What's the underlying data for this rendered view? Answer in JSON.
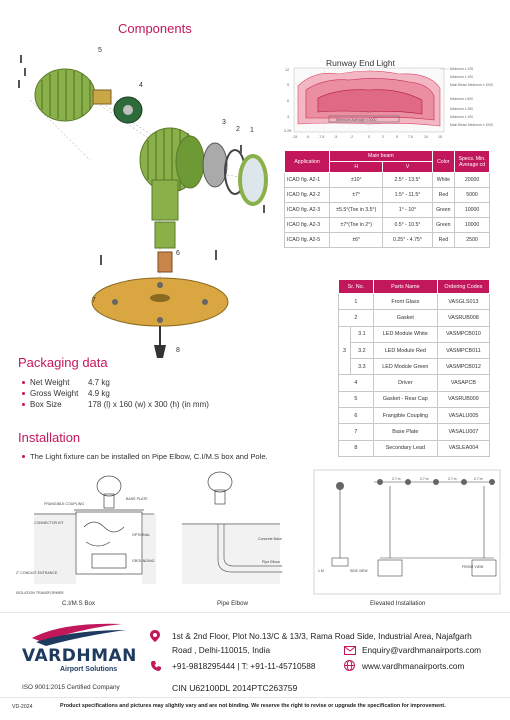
{
  "components": {
    "title": "Components",
    "callouts": [
      "5",
      "4",
      "3",
      "2",
      "1",
      "6",
      "7",
      "8"
    ]
  },
  "chart": {
    "title": "Runway End Light",
    "right_labels": [
      "Minimum x 125",
      "Minimum x 100",
      "Main Beam Minimum x 1000",
      "Minimum x 500",
      "Minimum x 250",
      "Minimum x 100",
      "Main Beam Minimum x 1000"
    ],
    "y_ticks": [
      "12",
      "9",
      "6",
      "3",
      "0.25"
    ],
    "x_ticks": [
      "-15",
      "-9",
      "-7.5",
      "-5",
      "-2",
      "0",
      "2",
      "5",
      "7.5",
      "10",
      "15"
    ],
    "inner_label": "Minimum Average x 1000"
  },
  "chart_data": {
    "type": "heatmap",
    "title": "Runway End Light",
    "x_ticks": [
      "-15",
      "-9",
      "-7.5",
      "-5",
      "-2",
      "0",
      "2",
      "5",
      "7.5",
      "10",
      "15"
    ],
    "y_ticks": [
      "12",
      "9",
      "6",
      "3",
      "0.25"
    ],
    "series_labels": [
      "Minimum x 125",
      "Minimum x 100",
      "Main Beam Minimum x 1000",
      "Minimum x 500",
      "Minimum x 250",
      "Minimum x 100",
      "Main Beam Minimum x 1000"
    ],
    "annotation": "Minimum Average x 1000"
  },
  "specs": {
    "headers": {
      "application": "Application",
      "main_beam": "Main beam",
      "h": "H",
      "v": "V",
      "color": "Color",
      "min_avg": "Specs. Min. Average cd"
    },
    "rows": [
      {
        "app": "ICAO fig. A2-1",
        "h": "±10°",
        "v": "2.5° - 13.5°",
        "color": "White",
        "cd": "20000"
      },
      {
        "app": "ICAO fig. A2-2",
        "h": "±7°",
        "v": "1.5° - 11.5°",
        "color": "Red",
        "cd": "5000"
      },
      {
        "app": "ICAO fig. A2-3",
        "h": "±5.5°(Toe in 3.5°)",
        "v": "1° - 10°",
        "color": "Green",
        "cd": "10000"
      },
      {
        "app": "ICAO fig. A2-3",
        "h": "±7°(Toe in 2°)",
        "v": "0.5° - 10.5°",
        "color": "Green",
        "cd": "10000"
      },
      {
        "app": "ICAO fig. A2-5",
        "h": "±6°",
        "v": "0.25° - 4.75°",
        "color": "Red",
        "cd": "2500"
      }
    ]
  },
  "parts": {
    "headers": {
      "no": "Sr. No.",
      "name": "Parts Name",
      "code": "Ordering Codes"
    },
    "rows": [
      {
        "no": "1",
        "sub": "",
        "name": "Front Glass",
        "code": "VASGLS013"
      },
      {
        "no": "2",
        "sub": "",
        "name": "Gasket",
        "code": "VASRUB008"
      },
      {
        "no": "3",
        "sub": "3.1",
        "name": "LED Module White",
        "code": "VASMPCB010"
      },
      {
        "no": "",
        "sub": "3.2",
        "name": "LED Module Red",
        "code": "VASMPCB011"
      },
      {
        "no": "",
        "sub": "3.3",
        "name": "LED Module Green",
        "code": "VASMPCB012"
      },
      {
        "no": "4",
        "sub": "",
        "name": "Driver",
        "code": "VASAPCB"
      },
      {
        "no": "5",
        "sub": "",
        "name": "Gasket - Rear Cap",
        "code": "VASRUB009"
      },
      {
        "no": "6",
        "sub": "",
        "name": "Frangible Coupling",
        "code": "VASALU005"
      },
      {
        "no": "7",
        "sub": "",
        "name": "Base Plate",
        "code": "VASALU007"
      },
      {
        "no": "8",
        "sub": "",
        "name": "Secondary Lead",
        "code": "VASLEA004"
      }
    ]
  },
  "packaging": {
    "title": "Packaging data",
    "items": [
      {
        "label": "Net Weight",
        "value": "4.7 kg"
      },
      {
        "label": "Gross Weight",
        "value": "4.9 kg"
      },
      {
        "label": "Box Size",
        "value": "178 (l) x 160 (w) x 300 (h) (in mm)"
      }
    ]
  },
  "installation": {
    "title": "Installation",
    "note": "The Light fixture can be installed on Pipe Elbow, C.I/M.S box and Pole.",
    "captions": [
      "C.I/M.S Box",
      "Pipe Elbow",
      "Elevated Installation"
    ],
    "box_labels": [
      "FRANGIBLE COUPLING",
      "BASE PLATE",
      "CONNECTOR KIT",
      "OPTIONAL",
      "GROUNDING",
      "2\" CONDUIT ENTRANCE",
      "ISOLATION TRANSFORMER"
    ],
    "elbow_labels": [
      "Concrete Base",
      "Pipe Elbow"
    ],
    "elevated_labels": [
      "2.7 m",
      "2.7 m",
      "2.7 m",
      "2.7 m",
      "SIDE VIEW",
      "FRONT VIEW",
      "1 M"
    ]
  },
  "footer": {
    "brand": "VARDHMAN",
    "tagline": "Airport Solutions",
    "iso": "ISO 9001:2015 Certified Company",
    "address1": "1st & 2nd Floor, Plot No.13/C & 13/3, Rama Road Side, Industrial Area, Najafgarh",
    "address2": "Road , Delhi-110015, India",
    "phone": "+91-9818295444  | T: +91-11-45710588",
    "email": "Enquiry@vardhmanairports.com",
    "web": "www.vardhmanairports.com",
    "cin": "CIN U62100DL 2014PTC263759",
    "version": "VD-2024",
    "disclaimer": "Product specifications and pictures may slightly vary and are not binding. We reserve the right to revise or upgrade the specification for improvement."
  },
  "colors": {
    "accent": "#c2185b",
    "olive": "#8ab04a",
    "gold": "#d9a641",
    "navy": "#1f3a5f"
  }
}
